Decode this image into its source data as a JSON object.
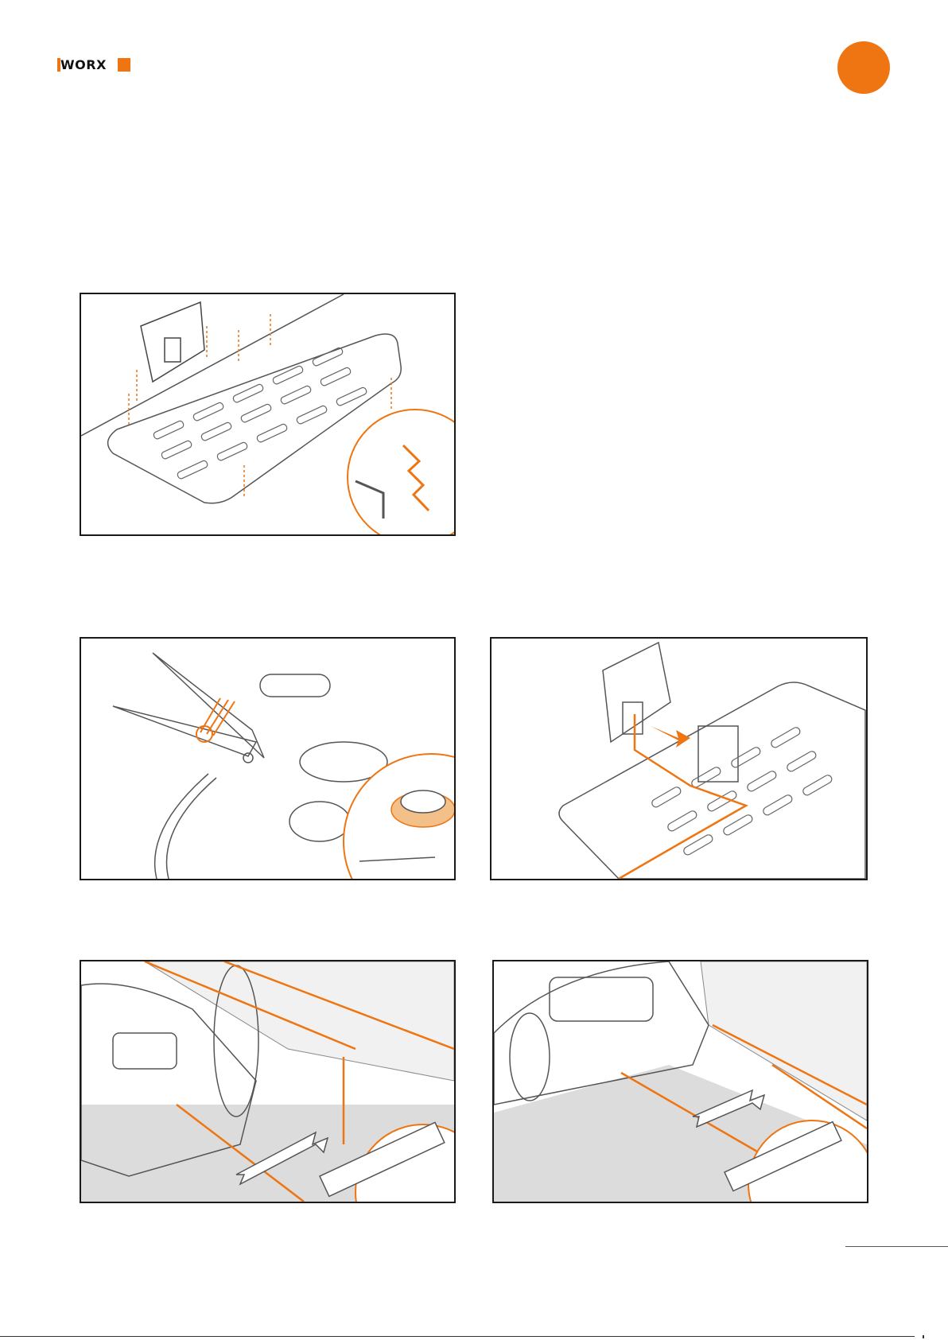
{
  "brand": {
    "logo_text": "WORX",
    "accent_color": "#ee7512",
    "outline_color": "#1a1a1a"
  },
  "figures": [
    {
      "id": "base-plate-screws",
      "icons": [
        "charging-station-icon",
        "screw-icon",
        "hex-key-icon"
      ]
    },
    {
      "id": "cut-wire",
      "icons": [
        "scissors-icon",
        "wire-spool-icon"
      ]
    },
    {
      "id": "connect-wire",
      "icons": [
        "charging-station-icon",
        "arrow-icon"
      ]
    },
    {
      "id": "wire-distance-wall",
      "icons": [
        "mower-icon",
        "measuring-gauge-icon",
        "double-arrow-icon"
      ]
    },
    {
      "id": "wire-distance-path",
      "icons": [
        "mower-icon",
        "measuring-gauge-icon",
        "double-arrow-icon"
      ]
    }
  ]
}
